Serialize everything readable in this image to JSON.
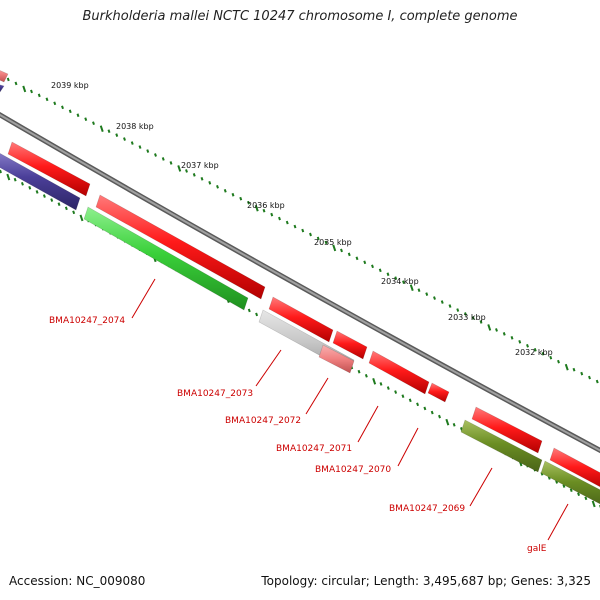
{
  "header": {
    "title": "Burkholderia mallei NCTC 10247 chromosome I, complete genome"
  },
  "footer": {
    "accession": "Accession: NC_009080",
    "topology": "Topology: circular; Length: 3,495,687 bp; Genes: 3,325"
  },
  "scale": {
    "ticks": [
      "2039 kbp",
      "2038 kbp",
      "2037 kbp",
      "2036 kbp",
      "2035 kbp",
      "2034 kbp",
      "2033 kbp",
      "2032 kbp"
    ]
  },
  "genes": {
    "labels": [
      "BMA10247_2074",
      "BMA10247_2073",
      "BMA10247_2072",
      "BMA10247_2071",
      "BMA10247_2070",
      "BMA10247_2069",
      "galE"
    ]
  },
  "colors": {
    "backbone": "#888888",
    "tick": "#1e7a1e",
    "forward_gene": "#ff1a1a",
    "reverse_gene_blue": "#4b3f99",
    "reverse_gene_green": "#3ad03a",
    "reverse_gene_olive": "#6b8e23",
    "reverse_gene_grey": "#c8c8c8",
    "reverse_gene_pink": "#f08080",
    "label": "#cc0000"
  }
}
